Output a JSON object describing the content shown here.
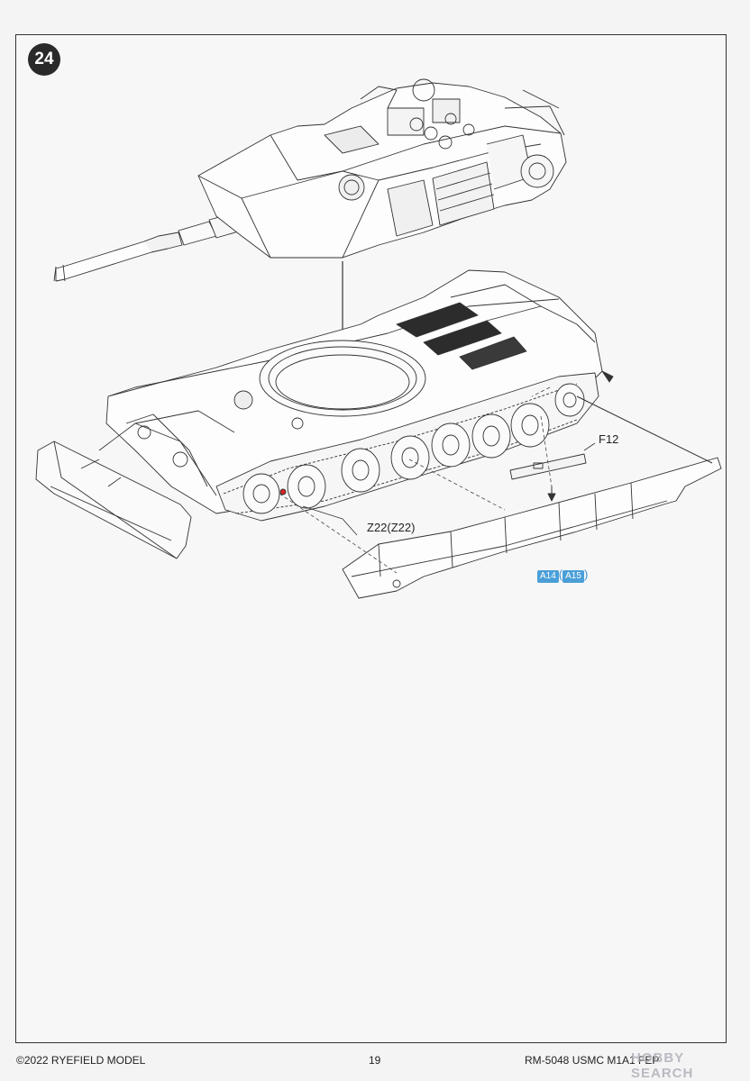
{
  "step": {
    "number": "24"
  },
  "labels": {
    "f12": "F12",
    "z22": "Z22(Z22)",
    "a14": "A14",
    "a15": "A15",
    "paren_open": "(",
    "paren_close": ")"
  },
  "footer": {
    "copyright": "©2022 RYEFIELD MODEL",
    "page_number": "19",
    "kit_code": "RM-5048 USMC M1A1 FEP"
  },
  "watermark": {
    "text": "HOBBY SEARCH"
  }
}
